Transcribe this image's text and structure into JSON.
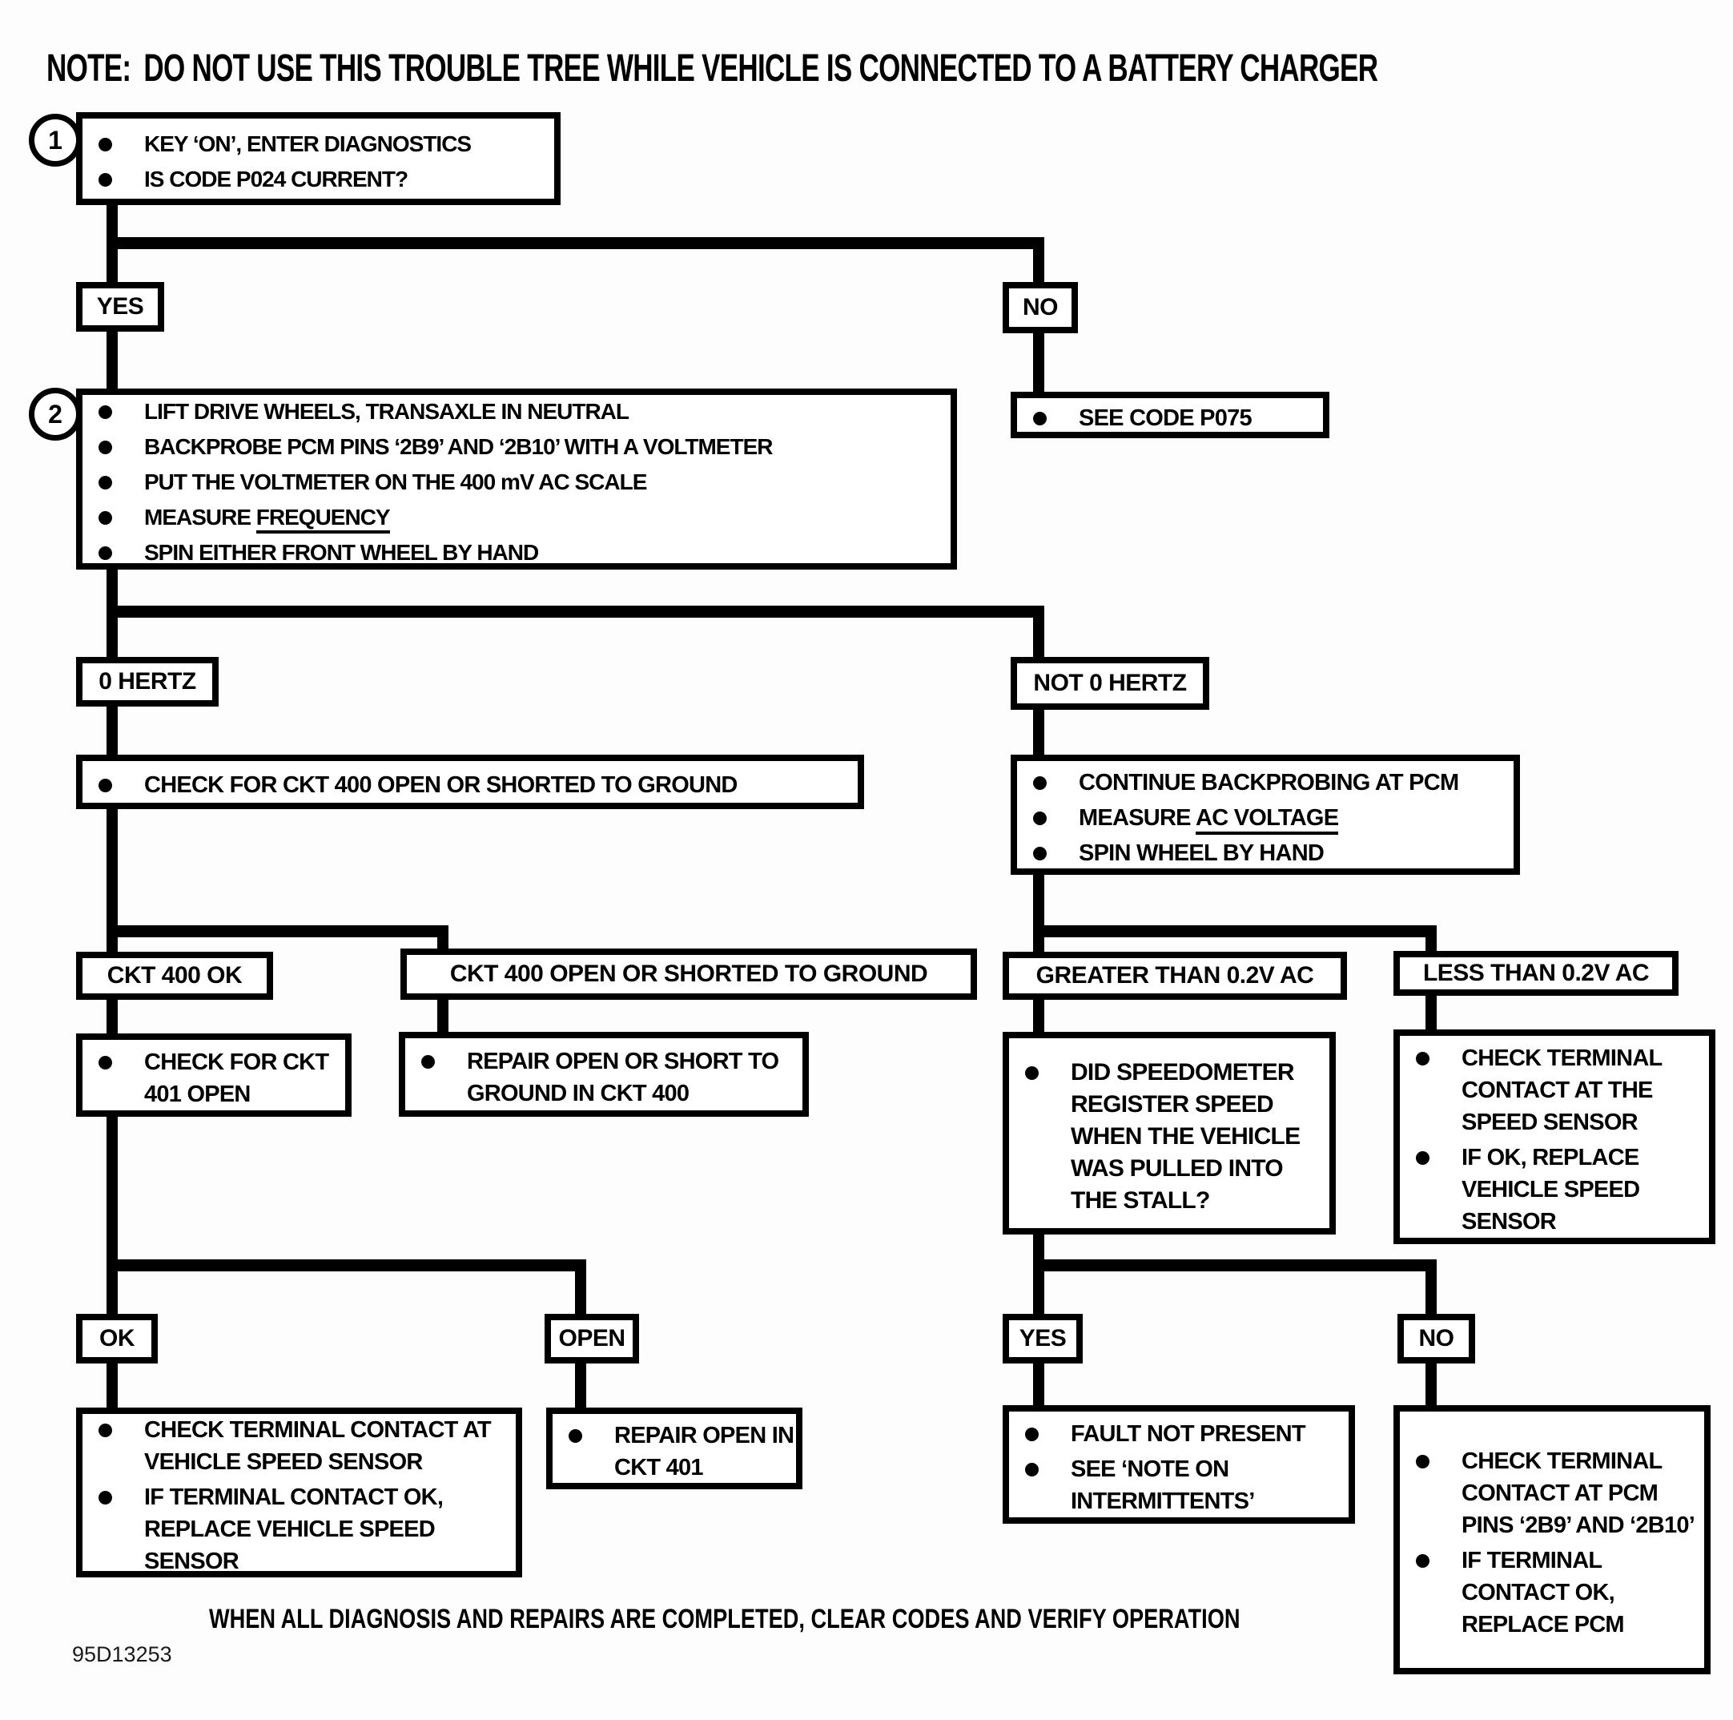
{
  "title": {
    "label": "NOTE:",
    "text": "DO NOT USE THIS TROUBLE TREE WHILE VEHICLE IS CONNECTED TO A BATTERY CHARGER"
  },
  "footer": {
    "note": "WHEN ALL DIAGNOSIS AND REPAIRS ARE COMPLETED, CLEAR CODES AND VERIFY OPERATION",
    "figure_id": "95D13253"
  },
  "flow": {
    "step1": {
      "num": "1",
      "bullets": [
        "KEY ‘ON’, ENTER DIAGNOSTICS",
        "IS CODE P024 CURRENT?"
      ]
    },
    "branch1": {
      "yes": "YES",
      "no": "NO"
    },
    "step2": {
      "num": "2",
      "b1": "LIFT DRIVE WHEELS, TRANSAXLE IN NEUTRAL",
      "b2": "BACKPROBE PCM PINS ‘2B9’ AND ‘2B10’ WITH A VOLTMETER",
      "b3": "PUT THE VOLTMETER ON THE 400 mV AC SCALE",
      "b4_pre": "MEASURE ",
      "b4_underlined": "FREQUENCY",
      "b5": "SPIN EITHER FRONT WHEEL BY HAND"
    },
    "see_code_p075": {
      "bullets": [
        "SEE CODE P075"
      ]
    },
    "branch2": {
      "zero": "0 HERTZ",
      "not_zero": "NOT 0 HERTZ"
    },
    "check_ckt400": {
      "bullets": [
        "CHECK FOR CKT 400 OPEN OR SHORTED TO GROUND"
      ]
    },
    "continue_backprobing": {
      "b1": "CONTINUE BACKPROBING AT PCM",
      "b2_pre": "MEASURE ",
      "b2_underlined": "AC VOLTAGE",
      "b3": "SPIN WHEEL BY HAND"
    },
    "branch3": {
      "ok": "CKT 400 OK",
      "open": "CKT 400 OPEN OR SHORTED TO GROUND"
    },
    "branch4": {
      "greater": "GREATER THAN 0.2V AC",
      "less": "LESS THAN 0.2V AC"
    },
    "check_ckt401": {
      "bullets": [
        "CHECK FOR CKT 401 OPEN"
      ]
    },
    "repair_ckt400": {
      "bullets": [
        "REPAIR OPEN OR SHORT TO GROUND IN CKT 400"
      ]
    },
    "speedometer_question": {
      "bullets": [
        "DID SPEEDOMETER REGISTER SPEED WHEN THE VEHICLE WAS PULLED INTO THE STALL?"
      ]
    },
    "check_terminal_speed_sensor": {
      "bullets": [
        "CHECK TERMINAL CONTACT AT THE SPEED SENSOR",
        "IF OK, REPLACE VEHICLE SPEED SENSOR"
      ]
    },
    "branch5": {
      "ok": "OK",
      "open": "OPEN"
    },
    "branch6": {
      "yes": "YES",
      "no": "NO"
    },
    "check_terminal_vss": {
      "bullets": [
        "CHECK TERMINAL CONTACT AT VEHICLE SPEED SENSOR",
        "IF TERMINAL CONTACT OK, REPLACE VEHICLE SPEED SENSOR"
      ]
    },
    "repair_ckt401": {
      "bullets": [
        "REPAIR OPEN IN CKT 401"
      ]
    },
    "fault_not_present": {
      "bullets": [
        "FAULT NOT PRESENT",
        "SEE ‘NOTE ON INTERMITTENTS’"
      ]
    },
    "check_terminal_pcm": {
      "bullets": [
        "CHECK TERMINAL CONTACT AT PCM PINS ‘2B9’ AND ‘2B10’",
        "IF TERMINAL CONTACT OK, REPLACE PCM"
      ]
    }
  }
}
